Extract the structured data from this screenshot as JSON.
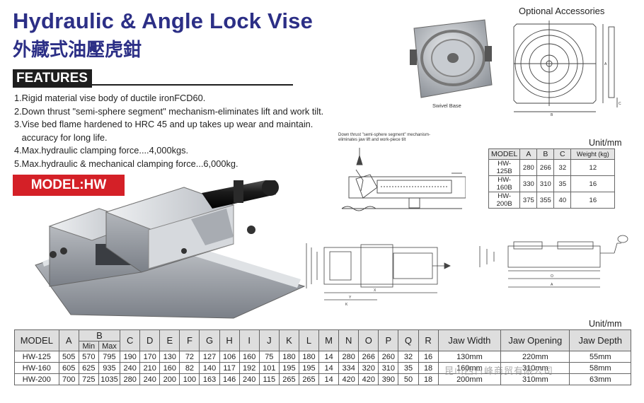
{
  "header": {
    "title_en": "Hydraulic & Angle Lock Vise",
    "title_zh": "外藏式油壓虎鉗"
  },
  "features": {
    "label": "FEATURES",
    "items": [
      "1.Rigid material vise body of ductile ironFCD60.",
      "2.Down thrust \"semi-sphere segment\" mechanism-eliminates lift and work tilt.",
      "3.Vise bed flame hardened to HRC 45 and up takes up wear and maintain.",
      "   accuracy for long life.",
      "4.Max.hydraulic clamping force....4,000kgs.",
      "5.Max.hydraulic & mechanical clamping force...6,000kg."
    ]
  },
  "model_label": "MODEL:HW",
  "accessories": {
    "title": "Optional Accessories",
    "swivel_caption": "Swivel Base",
    "unit": "Unit/mm",
    "headers": [
      "MODEL",
      "A",
      "B",
      "C",
      "Weight (kg)"
    ],
    "rows": [
      [
        "HW-125B",
        "280",
        "266",
        "32",
        "12"
      ],
      [
        "HW-160B",
        "330",
        "310",
        "35",
        "16"
      ],
      [
        "HW-200B",
        "375",
        "355",
        "40",
        "16"
      ]
    ]
  },
  "mechanism_note": "Down thrust \"semi-sphere segment\" mechanism-eliminates jaw lift and work-piece tilt",
  "spec": {
    "unit": "Unit/mm",
    "headers": [
      "MODEL",
      "A",
      "B",
      "C",
      "D",
      "E",
      "F",
      "G",
      "H",
      "I",
      "J",
      "K",
      "L",
      "M",
      "N",
      "O",
      "P",
      "Q",
      "R",
      "Jaw Width",
      "Jaw Opening",
      "Jaw Depth"
    ],
    "b_sub": [
      "Min",
      "Max"
    ],
    "rows": [
      [
        "HW-125",
        "505",
        "570",
        "795",
        "190",
        "170",
        "130",
        "72",
        "127",
        "106",
        "160",
        "75",
        "180",
        "180",
        "14",
        "280",
        "266",
        "260",
        "32",
        "16",
        "130mm",
        "220mm",
        "55mm"
      ],
      [
        "HW-160",
        "605",
        "625",
        "935",
        "240",
        "210",
        "160",
        "82",
        "140",
        "117",
        "192",
        "101",
        "195",
        "195",
        "14",
        "334",
        "320",
        "310",
        "35",
        "18",
        "160mm",
        "310mm",
        "58mm"
      ],
      [
        "HW-200",
        "700",
        "725",
        "1035",
        "280",
        "240",
        "200",
        "100",
        "163",
        "146",
        "240",
        "115",
        "265",
        "265",
        "14",
        "420",
        "420",
        "390",
        "50",
        "18",
        "200mm",
        "310mm",
        "63mm"
      ]
    ]
  },
  "watermark": "昆山西日峰商贸有限公司",
  "colors": {
    "title": "#2c2f86",
    "model_badge": "#d42027",
    "header_bg": "#dedede"
  }
}
